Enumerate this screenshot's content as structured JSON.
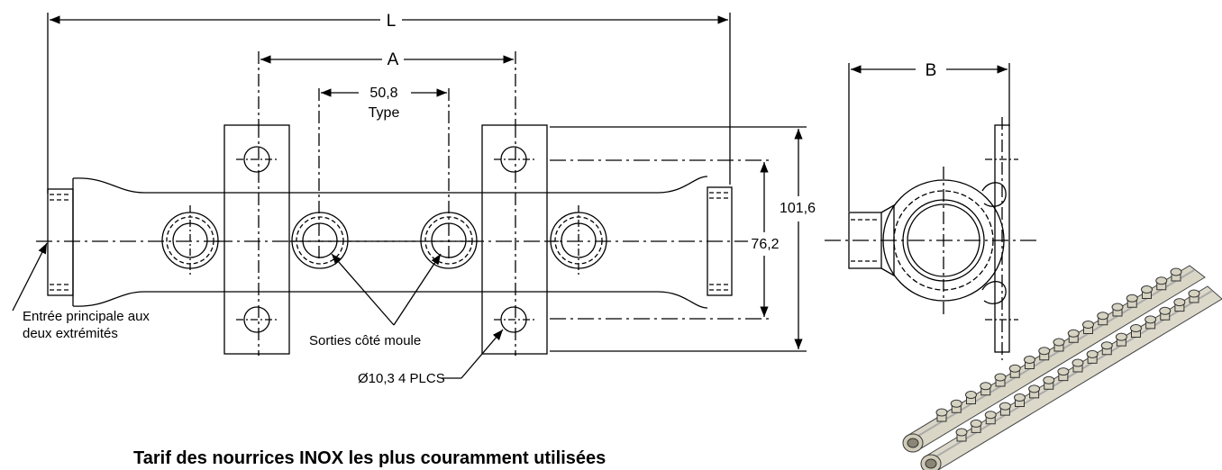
{
  "dimensions": {
    "L": "L",
    "A": "A",
    "B": "B",
    "pitch": "50,8",
    "pitch_note": "Type",
    "height_outer": "101,6",
    "height_inner": "76,2"
  },
  "notes": {
    "inlet_line1": "Entrée principale aux",
    "inlet_line2": "deux extrémités",
    "outlets": "Sorties côté moule",
    "holes": "Ø10,3 4 PLCS"
  },
  "heading": "Tarif des nourrices INOX les plus couramment utilisées",
  "product_image": "stainless-manifold-photo"
}
